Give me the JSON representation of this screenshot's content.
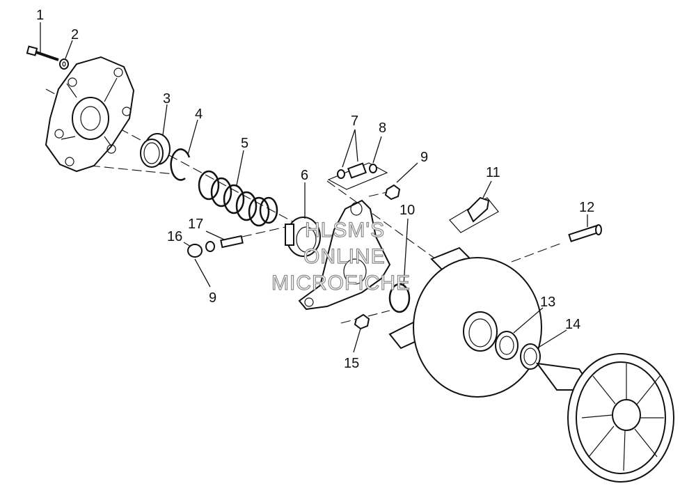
{
  "callouts": [
    "1",
    "2",
    "3",
    "4",
    "5",
    "6",
    "7",
    "8",
    "9",
    "10",
    "11",
    "12",
    "13",
    "14",
    "15",
    "16",
    "17",
    "9"
  ],
  "watermark": {
    "line1": "HLSM'S",
    "line2": "ONLINE",
    "line3": "MICROFICHE"
  }
}
